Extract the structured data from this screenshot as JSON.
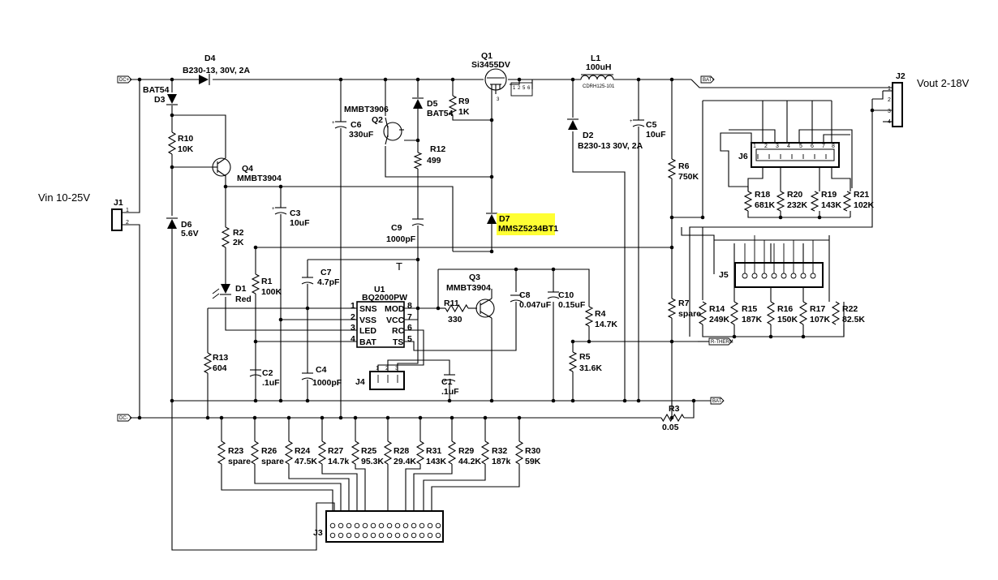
{
  "labels": {
    "vin": "Vin 10-25V",
    "vout": "Vout 2-18V",
    "T": "T"
  },
  "highlight_color": "#ffff33",
  "flags": {
    "dc_plus": "DC+",
    "dc_minus": "DC-",
    "bat_plus": "BAT+",
    "bat_minus": "BAT-",
    "r_therm": "R-THERM"
  },
  "components": {
    "J1": {
      "ref": "J1",
      "pins": [
        "1",
        "2"
      ]
    },
    "J2": {
      "ref": "J2",
      "pins": [
        "1",
        "2",
        "3",
        "4"
      ]
    },
    "J3": {
      "ref": "J3"
    },
    "J4": {
      "ref": "J4",
      "pins": [
        "1",
        "2",
        "3"
      ]
    },
    "J5": {
      "ref": "J5"
    },
    "J6": {
      "ref": "J6",
      "pins": [
        "1",
        "2",
        "3",
        "4",
        "5",
        "6",
        "7",
        "8"
      ]
    },
    "D1": {
      "ref": "D1",
      "value": "Red"
    },
    "D2": {
      "ref": "D2",
      "value": "B230-13 30V, 2A"
    },
    "D3": {
      "ref": "D3",
      "value": "BAT54"
    },
    "D4": {
      "ref": "D4",
      "value": "B230-13, 30V, 2A"
    },
    "D5": {
      "ref": "D5",
      "value": "BAT54"
    },
    "D6": {
      "ref": "D6",
      "value": "5.6V"
    },
    "D7": {
      "ref": "D7",
      "value": "MMSZ5234BT1"
    },
    "Q1": {
      "ref": "Q1",
      "value": "Si3455DV",
      "pins": [
        "1",
        "2",
        "5",
        "6",
        "4",
        "3"
      ]
    },
    "Q2": {
      "ref": "Q2",
      "value": "MMBT3906"
    },
    "Q3": {
      "ref": "Q3",
      "value": "MMBT3904"
    },
    "Q4": {
      "ref": "Q4",
      "value": "MMBT3904"
    },
    "L1": {
      "ref": "L1",
      "value": "100uH",
      "part": "CDRH125-101"
    },
    "U1": {
      "ref": "U1",
      "value": "BQ2000PW",
      "left_pins": [
        {
          "num": "1",
          "name": "SNS"
        },
        {
          "num": "2",
          "name": "VSS"
        },
        {
          "num": "3",
          "name": "LED"
        },
        {
          "num": "4",
          "name": "BAT"
        }
      ],
      "right_pins": [
        {
          "num": "8",
          "name": "MOD"
        },
        {
          "num": "7",
          "name": "VCC"
        },
        {
          "num": "6",
          "name": "RC"
        },
        {
          "num": "5",
          "name": "TS"
        }
      ]
    },
    "C1": {
      "ref": "C1",
      "value": ".1uF"
    },
    "C2": {
      "ref": "C2",
      "value": ".1uF"
    },
    "C3": {
      "ref": "C3",
      "value": "10uF"
    },
    "C4": {
      "ref": "C4",
      "value": "1000pF"
    },
    "C5": {
      "ref": "C5",
      "value": "10uF"
    },
    "C6": {
      "ref": "C6",
      "value": "330uF"
    },
    "C7": {
      "ref": "C7",
      "value": "4.7pF"
    },
    "C8": {
      "ref": "C8",
      "value": "0.047uF"
    },
    "C9": {
      "ref": "C9",
      "value": "1000pF"
    },
    "C10": {
      "ref": "C10",
      "value": "0.15uF"
    },
    "R1": {
      "ref": "R1",
      "value": "100K"
    },
    "R2": {
      "ref": "R2",
      "value": "2K"
    },
    "R3": {
      "ref": "R3",
      "value": "0.05"
    },
    "R4": {
      "ref": "R4",
      "value": "14.7K"
    },
    "R5": {
      "ref": "R5",
      "value": "31.6K"
    },
    "R6": {
      "ref": "R6",
      "value": "750K"
    },
    "R7": {
      "ref": "R7",
      "value": "spare"
    },
    "R9": {
      "ref": "R9",
      "value": "1K"
    },
    "R10": {
      "ref": "R10",
      "value": "10K"
    },
    "R11": {
      "ref": "R11",
      "value": "330"
    },
    "R12": {
      "ref": "R12",
      "value": "499"
    },
    "R13": {
      "ref": "R13",
      "value": "604"
    },
    "R14": {
      "ref": "R14",
      "value": "249K"
    },
    "R15": {
      "ref": "R15",
      "value": "187K"
    },
    "R16": {
      "ref": "R16",
      "value": "150K"
    },
    "R17": {
      "ref": "R17",
      "value": "107K"
    },
    "R18": {
      "ref": "R18",
      "value": "681K"
    },
    "R19": {
      "ref": "R19",
      "value": "143K"
    },
    "R20": {
      "ref": "R20",
      "value": "232K"
    },
    "R21": {
      "ref": "R21",
      "value": "102K"
    },
    "R22": {
      "ref": "R22",
      "value": "82.5K"
    },
    "R23": {
      "ref": "R23",
      "value": "spare"
    },
    "R24": {
      "ref": "R24",
      "value": "47.5K"
    },
    "R25": {
      "ref": "R25",
      "value": "95.3K"
    },
    "R26": {
      "ref": "R26",
      "value": "spare"
    },
    "R27": {
      "ref": "R27",
      "value": "14.7k"
    },
    "R28": {
      "ref": "R28",
      "value": "29.4K"
    },
    "R29": {
      "ref": "R29",
      "value": "44.2K"
    },
    "R30": {
      "ref": "R30",
      "value": "59K"
    },
    "R31": {
      "ref": "R31",
      "value": "143K"
    },
    "R32": {
      "ref": "R32",
      "value": "187k"
    }
  }
}
